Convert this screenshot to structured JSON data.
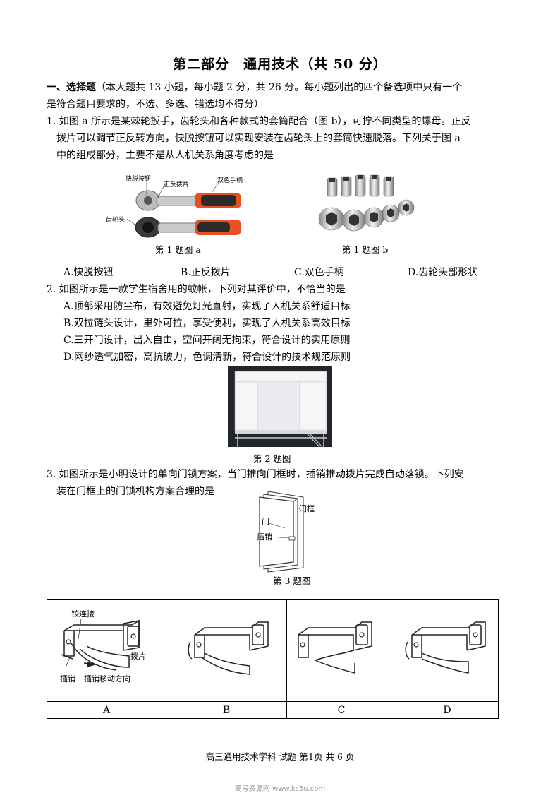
{
  "title": "第二部分　通用技术（共 50 分）",
  "section": {
    "heading": "一、选择题",
    "intro_line1": "（本大题共 13 小题，每小题 2 分，共 26 分。每小题列出的四个备选项中只有一个",
    "intro_line2": "是符合题目要求的，不选、多选、错选均不得分）"
  },
  "q1": {
    "line1": "1. 如图 a 所示是某棘轮扳手，齿轮头和各种款式的套筒配合（图 b），可拧不同类型的螺母。正反",
    "line2": "拨片可以调节正反转方向，快脱按钮可以实现安装在齿轮头上的套筒快速脱落。下列关于图 a",
    "line3": "中的组成部分，主要不是从人机关系角度考虑的是",
    "fig_a_labels": {
      "btn": "快脱按钮",
      "switch": "正反拨片",
      "handle": "双色手柄",
      "head": "齿轮头"
    },
    "caption_a": "第 1 题图 a",
    "caption_b": "第 1 题图 b",
    "options": [
      "A.快脱按钮",
      "B.正反拨片",
      "C.双色手柄",
      "D.齿轮头部形状"
    ]
  },
  "q2": {
    "line1": "2. 如图所示是一款学生宿舍用的蚊帐，下列对其评价中，不恰当的是",
    "options": [
      "A.顶部采用防尘布，有效避免灯光直射，实现了人机关系舒适目标",
      "B.双拉链头设计，里外可拉，享受便利，实现了人机关系高效目标",
      "C.三开门设计，出入自由，空间开阔无拘束，符合设计的实用原则",
      "D.网纱透气加密，高抗破力，色调清新，符合设计的技术规范原则"
    ],
    "caption": "第 2 题图"
  },
  "q3": {
    "line1": "3. 如图所示是小明设计的单向门锁方案，当门推向门框时，插销推动拨片完成自动落锁。下列安",
    "line2": "装在门框上的门锁机构方案合理的是",
    "door_labels": {
      "door": "门",
      "frame": "门框",
      "pin": "插销"
    },
    "caption": "第 3 题图",
    "table_labels": {
      "hinge": "铰连接",
      "paddle": "拨片",
      "pin": "插销",
      "direction": "插销移动方向"
    },
    "choices": [
      "A",
      "B",
      "C",
      "D"
    ]
  },
  "footer": "高三通用技术学科  试题  第1页  共 6 页",
  "watermark": "高考资源网  www.ks5u.com"
}
